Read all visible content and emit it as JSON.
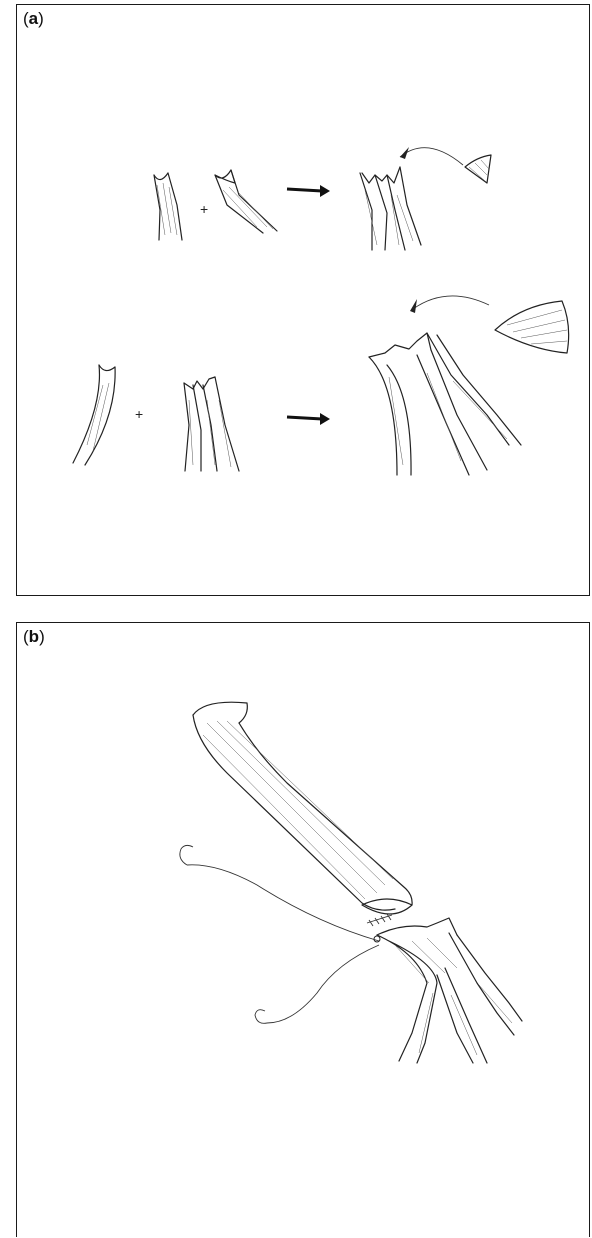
{
  "panels": [
    {
      "id": "a",
      "open": "(",
      "letter": "a",
      "close": ")"
    },
    {
      "id": "b",
      "open": "(",
      "letter": "b",
      "close": ")"
    }
  ],
  "symbols": {
    "plus": "+"
  },
  "colors": {
    "ink": "#222222",
    "frame": "#1a1a1a",
    "background": "#ffffff"
  }
}
